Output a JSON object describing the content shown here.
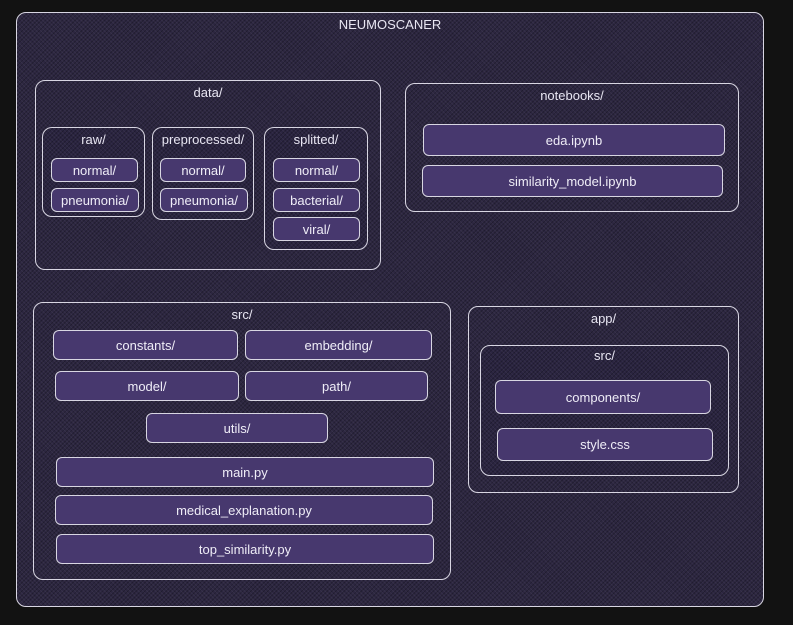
{
  "title": "NEUMOSCANER",
  "data": {
    "label": "data/",
    "raw": {
      "label": "raw/",
      "items": [
        "normal/",
        "pneumonia/"
      ]
    },
    "preprocessed": {
      "label": "preprocessed/",
      "items": [
        "normal/",
        "pneumonia/"
      ]
    },
    "splitted": {
      "label": "splitted/",
      "items": [
        "normal/",
        "bacterial/",
        "viral/"
      ]
    }
  },
  "notebooks": {
    "label": "notebooks/",
    "items": [
      "eda.ipynb",
      "similarity_model.ipynb"
    ]
  },
  "src": {
    "label": "src/",
    "items": [
      "constants/",
      "embedding/",
      "model/",
      "path/",
      "utils/",
      "main.py",
      "medical_explanation.py",
      "top_similarity.py"
    ]
  },
  "app": {
    "label": "app/",
    "src": {
      "label": "src/",
      "items": [
        "components/",
        "style.css"
      ]
    }
  }
}
